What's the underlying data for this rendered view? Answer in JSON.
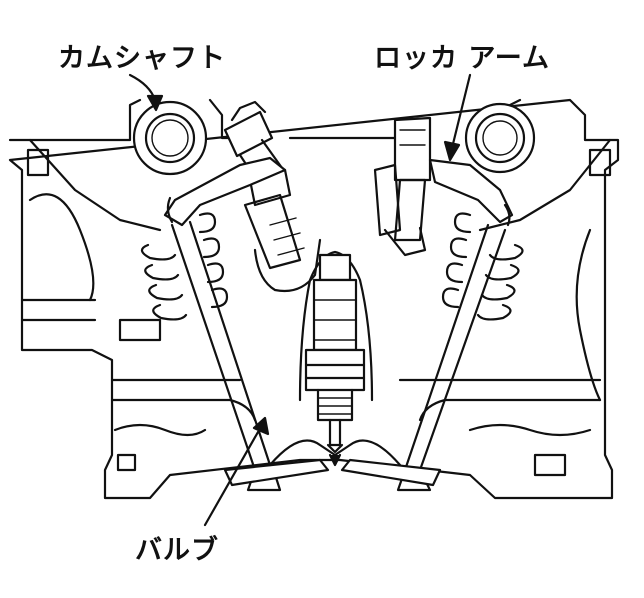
{
  "labels": {
    "camshaft": "カムシャフト",
    "rocker_arm": "ロッカ アーム",
    "valve": "バルブ"
  }
}
